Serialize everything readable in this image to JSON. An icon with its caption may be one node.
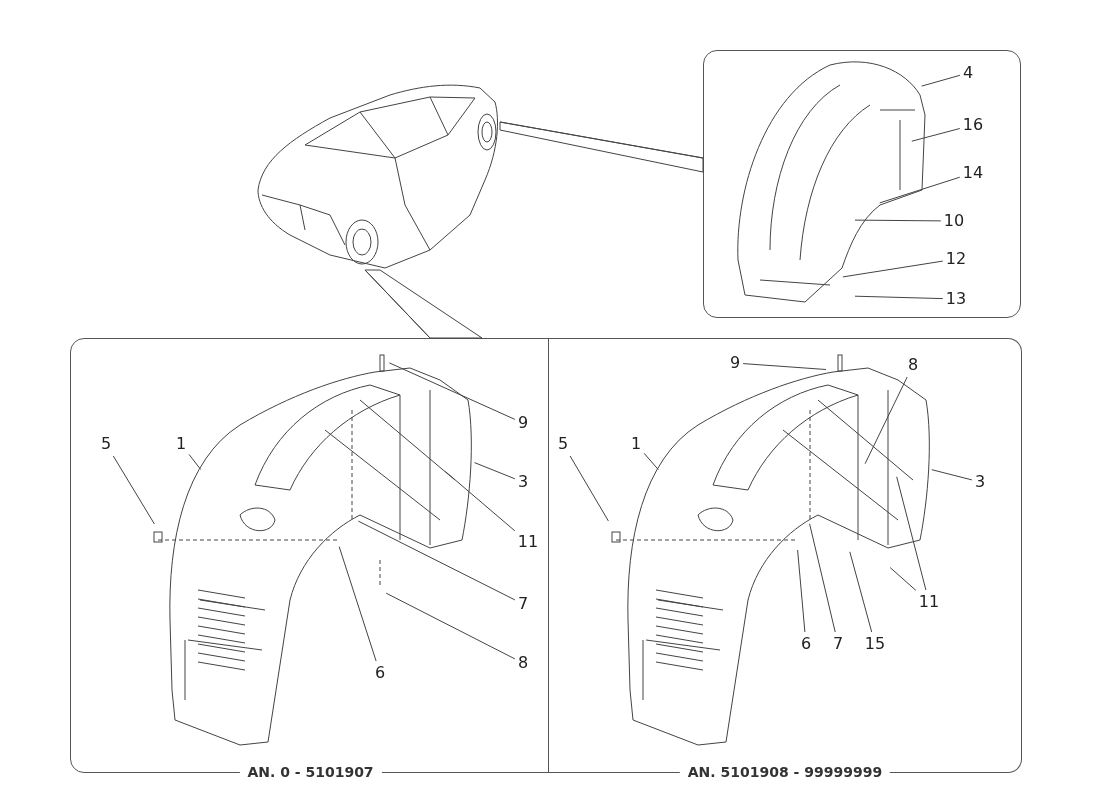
{
  "diagram": {
    "nodes": [
      {
        "text": [],
        "shape": "picture"
      },
      {
        "text": [],
        "shape": "box"
      },
      {
        "text": [
          "4"
        ],
        "in": 1
      },
      {
        "text": [
          "16"
        ],
        "in": 1
      },
      {
        "text": [
          "14"
        ],
        "in": 1
      },
      {
        "text": [
          "10"
        ],
        "in": 1
      },
      {
        "text": [
          "12"
        ],
        "in": 1
      },
      {
        "text": [
          "13"
        ],
        "in": 1
      },
      {
        "text": [
          "AN. 0 - 5101907"
        ]
      },
      {
        "text": [
          "5"
        ],
        "in": 8
      },
      {
        "text": [
          "1"
        ],
        "in": 8
      },
      {
        "text": [
          "9"
        ],
        "in": 8
      },
      {
        "text": [
          "3"
        ],
        "in": 8
      },
      {
        "text": [
          "11"
        ],
        "in": 8
      },
      {
        "text": [
          "7"
        ],
        "in": 8
      },
      {
        "text": [
          "8"
        ],
        "in": 8
      },
      {
        "text": [
          "6"
        ],
        "in": 8
      },
      {
        "text": [
          "AN. 5101908 - 99999999"
        ]
      },
      {
        "text": [
          "9"
        ],
        "in": 17
      },
      {
        "text": [
          "8"
        ],
        "in": 17
      },
      {
        "text": [
          "5"
        ],
        "in": 17
      },
      {
        "text": [
          "1"
        ],
        "in": 17
      },
      {
        "text": [
          "3"
        ],
        "in": 17
      },
      {
        "text": [
          "11"
        ],
        "in": 17
      },
      {
        "text": [
          "6"
        ],
        "in": 17
      },
      {
        "text": [
          "7"
        ],
        "in": 17
      },
      {
        "text": [
          "15"
        ],
        "in": 17
      }
    ],
    "edges": [
      {
        "from": 0,
        "to": 1,
        "arrow": "none"
      },
      {
        "from": 0,
        "to": 8,
        "arrow": "none"
      },
      {
        "from": 2,
        "to": null,
        "arrow": "none"
      },
      {
        "from": 3,
        "to": null,
        "arrow": "none"
      },
      {
        "from": 4,
        "to": null,
        "arrow": "none"
      },
      {
        "from": 5,
        "to": null,
        "arrow": "none"
      },
      {
        "from": 6,
        "to": null,
        "arrow": "none"
      },
      {
        "from": 7,
        "to": null,
        "arrow": "none"
      },
      {
        "from": 9,
        "to": null,
        "arrow": "none"
      },
      {
        "from": 10,
        "to": null,
        "arrow": "none"
      },
      {
        "from": 11,
        "to": null,
        "arrow": "none"
      },
      {
        "from": 12,
        "to": null,
        "arrow": "none"
      },
      {
        "from": 13,
        "to": null,
        "arrow": "none"
      },
      {
        "from": 14,
        "to": null,
        "arrow": "none"
      },
      {
        "from": 15,
        "to": null,
        "arrow": "none"
      },
      {
        "from": 16,
        "to": null,
        "arrow": "none"
      },
      {
        "from": 18,
        "to": null,
        "arrow": "none"
      },
      {
        "from": 19,
        "to": null,
        "arrow": "none"
      },
      {
        "from": 20,
        "to": null,
        "arrow": "none"
      },
      {
        "from": 21,
        "to": null,
        "arrow": "none"
      },
      {
        "from": 22,
        "to": null,
        "arrow": "none"
      },
      {
        "from": 23,
        "to": null,
        "arrow": "none"
      },
      {
        "from": 23,
        "to": null,
        "arrow": "none"
      },
      {
        "from": 24,
        "to": null,
        "arrow": "none"
      },
      {
        "from": 25,
        "to": null,
        "arrow": "none"
      },
      {
        "from": 26,
        "to": null,
        "arrow": "none"
      }
    ]
  }
}
